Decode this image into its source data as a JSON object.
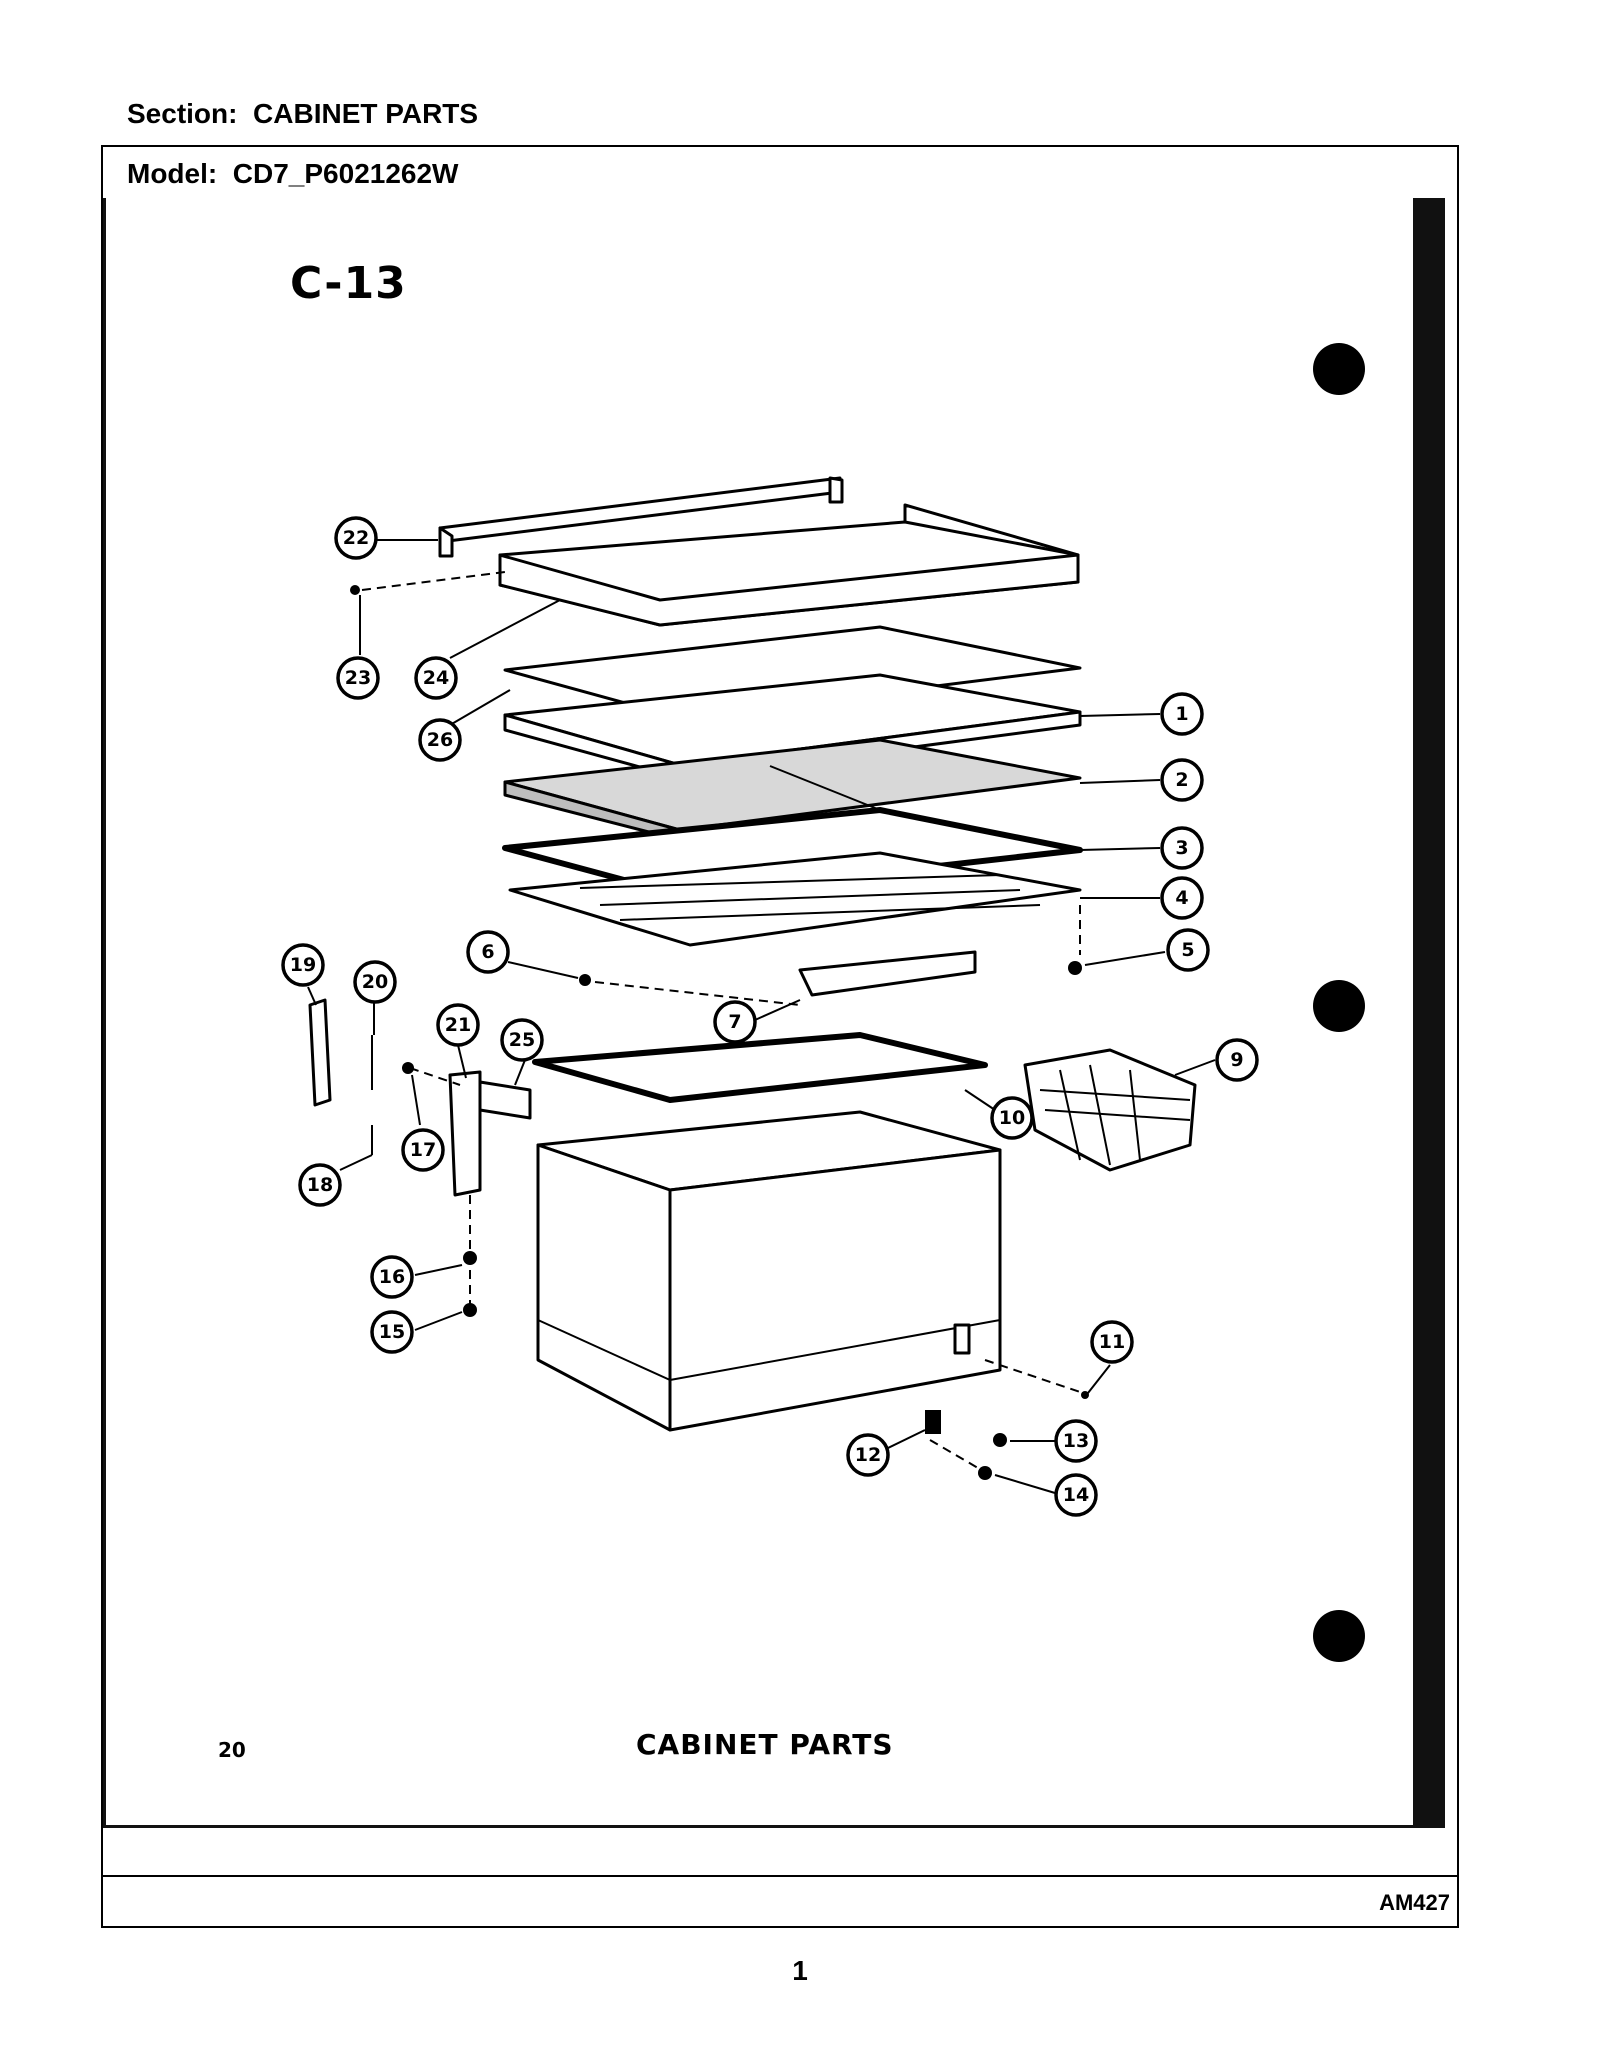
{
  "header": {
    "section_label": "Section:",
    "section_value": "CABINET PARTS",
    "model_label": "Model:",
    "model_value": "CD7_P6021262W"
  },
  "diagram": {
    "code": "C-13",
    "inner_page_number": "20",
    "caption": "CABINET PARTS",
    "callouts": [
      "1",
      "2",
      "3",
      "4",
      "5",
      "6",
      "7",
      "9",
      "10",
      "11",
      "12",
      "13",
      "14",
      "15",
      "16",
      "17",
      "18",
      "19",
      "20",
      "21",
      "22",
      "23",
      "24",
      "25",
      "26"
    ]
  },
  "footer": {
    "doc_code": "AM427",
    "page_number": "1"
  }
}
